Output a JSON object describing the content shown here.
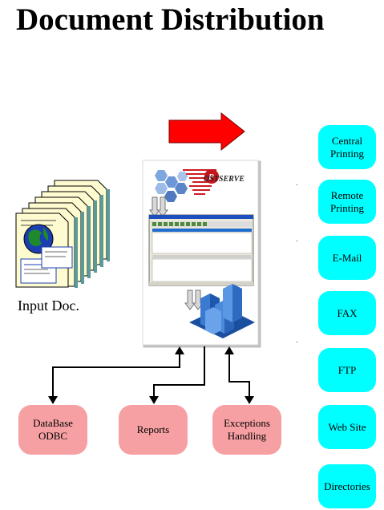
{
  "title": "Document Distribution",
  "input_label": "Input Doc.",
  "brand": "OSTSERVE",
  "brand_initial": "P",
  "destinations": [
    {
      "line1": "Central",
      "line2": "Printing"
    },
    {
      "line1": "Remote",
      "line2": "Printing"
    },
    {
      "line1": "E-Mail",
      "line2": ""
    },
    {
      "line1": "FAX",
      "line2": ""
    },
    {
      "line1": "FTP",
      "line2": ""
    },
    {
      "line1": "Web Site",
      "line2": ""
    },
    {
      "line1": "Directories",
      "line2": ""
    }
  ],
  "sources": [
    {
      "line1": "DataBase",
      "line2": "ODBC"
    },
    {
      "line1": "Reports",
      "line2": ""
    },
    {
      "line1": "Exceptions",
      "line2": "Handling"
    }
  ],
  "colors": {
    "destination_fill": "#00ffff",
    "source_fill": "#f7a0a3",
    "arrow": "#ff0000"
  }
}
